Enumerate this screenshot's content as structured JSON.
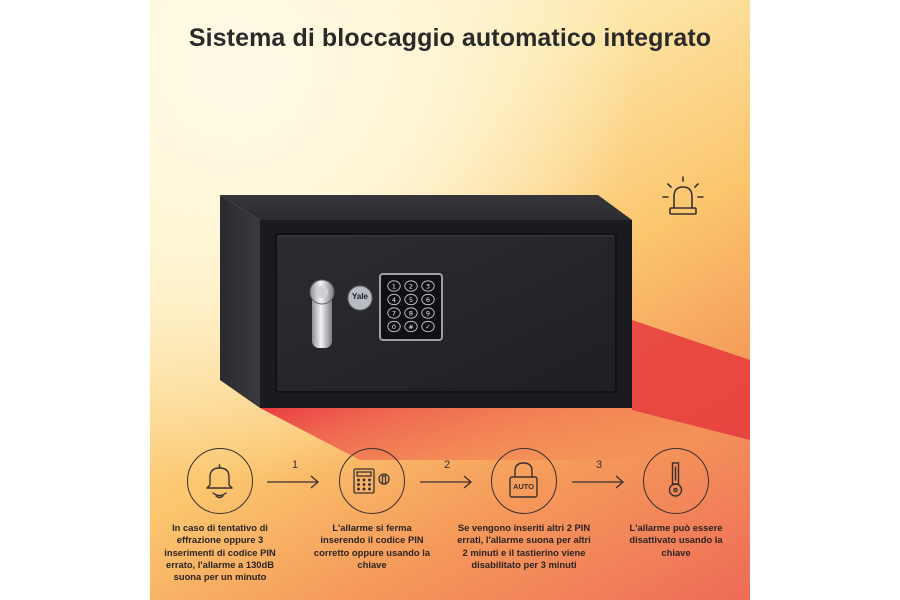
{
  "title": "Sistema di bloccaggio automatico integrato",
  "brand": "Yale",
  "keypad": {
    "keys": [
      "1",
      "2",
      "3",
      "4",
      "5",
      "6",
      "7",
      "8",
      "9",
      "0",
      "#",
      "✓"
    ]
  },
  "steps": [
    {
      "icon": "bell-alarm-icon",
      "caption": "In caso di tentativo di effrazione oppure 3 inserimenti di codice PIN errato, l'allarme a 130dB suona per un minuto"
    },
    {
      "number": "1",
      "icon": "keypad-key-icon",
      "caption": "L'allarme si ferma inserendo il codice PIN corretto oppure usando la chiave"
    },
    {
      "number": "2",
      "icon": "padlock-auto-icon",
      "label": "AUTO",
      "caption": "Se vengono inseriti altri 2 PIN errati, l'allarme suona per altri 2 minuti e il tastierino viene disabilitato per 3 minuti"
    },
    {
      "number": "3",
      "icon": "key-icon",
      "caption": "L'allarme può essere disattivato usando la chiave"
    }
  ],
  "colors": {
    "text": "#2a2a2a",
    "accent_red": "#e8333a",
    "safe": "#2b2b2e"
  }
}
